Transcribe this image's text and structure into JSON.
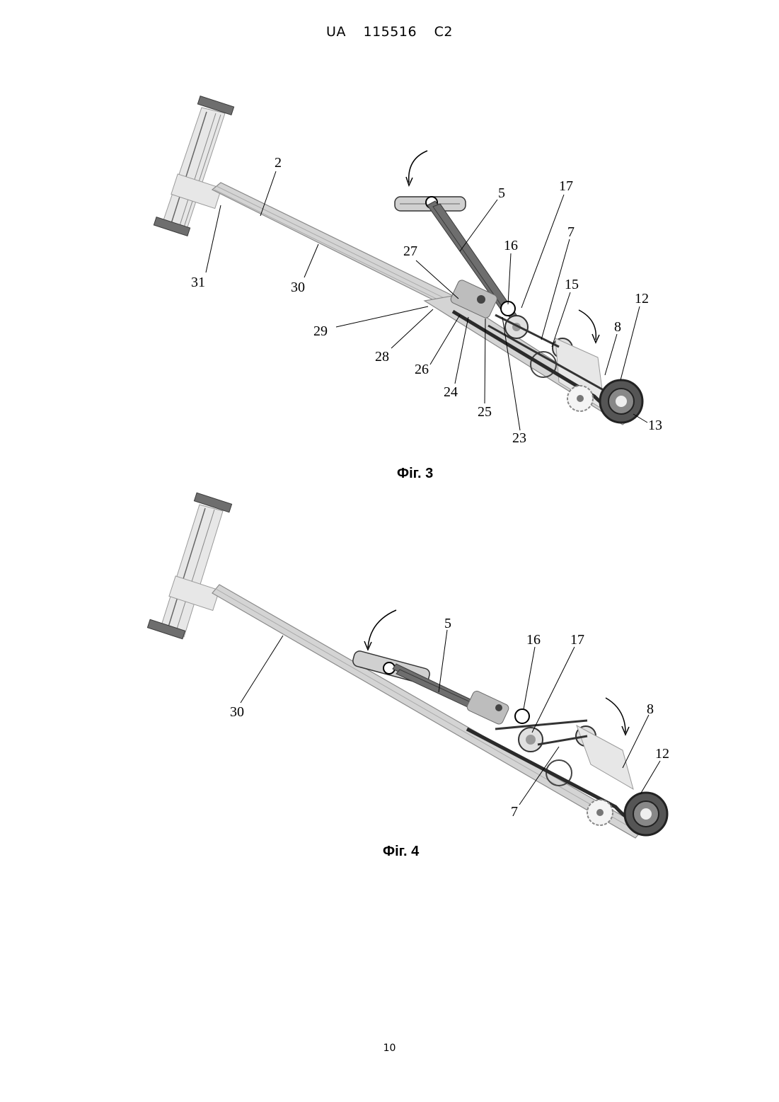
{
  "header": {
    "country": "UA",
    "number": "115516",
    "kind": "C2"
  },
  "figures": [
    {
      "caption": "Фіг. 3",
      "labels": {
        "l2": "2",
        "l5": "5",
        "l17": "17",
        "l7": "7",
        "l16": "16",
        "l27": "27",
        "l15": "15",
        "l12": "12",
        "l31": "31",
        "l30": "30",
        "l8": "8",
        "l29": "29",
        "l28": "28",
        "l26": "26",
        "l24": "24",
        "l25": "25",
        "l13": "13",
        "l23": "23"
      }
    },
    {
      "caption": "Фіг. 4",
      "labels": {
        "l5": "5",
        "l16": "16",
        "l17": "17",
        "l8": "8",
        "l30": "30",
        "l12": "12",
        "l7": "7"
      }
    }
  ],
  "page_number": "10"
}
